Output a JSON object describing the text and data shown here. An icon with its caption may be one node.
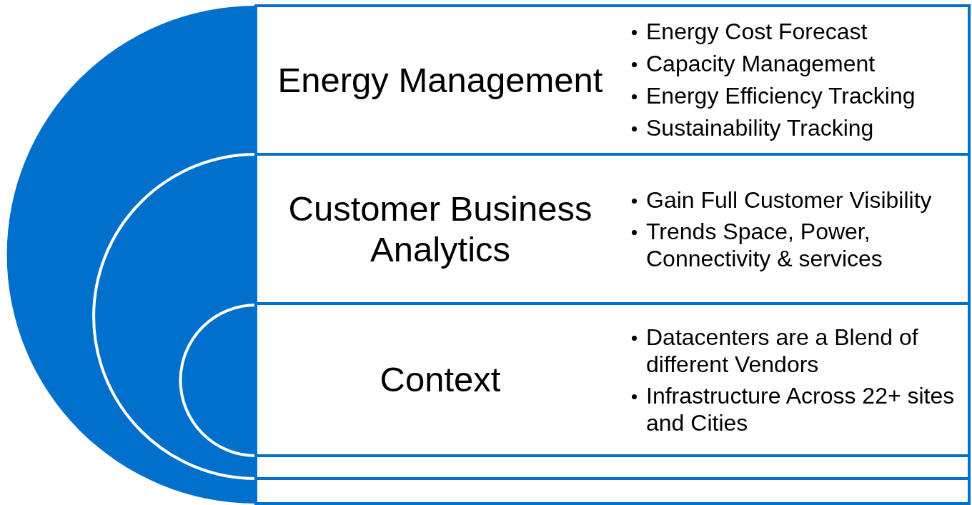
{
  "diagram": {
    "nodes": [
      {
        "text": [
          "Energy Management",
          "Energy Cost Forecast",
          "Capacity Management",
          "Energy Efficiency Tracking",
          "Sustainability Tracking"
        ]
      },
      {
        "text": [
          "Customer Business Analytics",
          "Gain Full Customer Visibility",
          "Trends Space, Power, Connectivity  & services"
        ],
        "in": 0
      },
      {
        "text": [
          "Context",
          "Datacenters are a Blend of different Vendors",
          "Infrastructure Across 22+ sites and Cities"
        ],
        "in": 1
      }
    ]
  }
}
